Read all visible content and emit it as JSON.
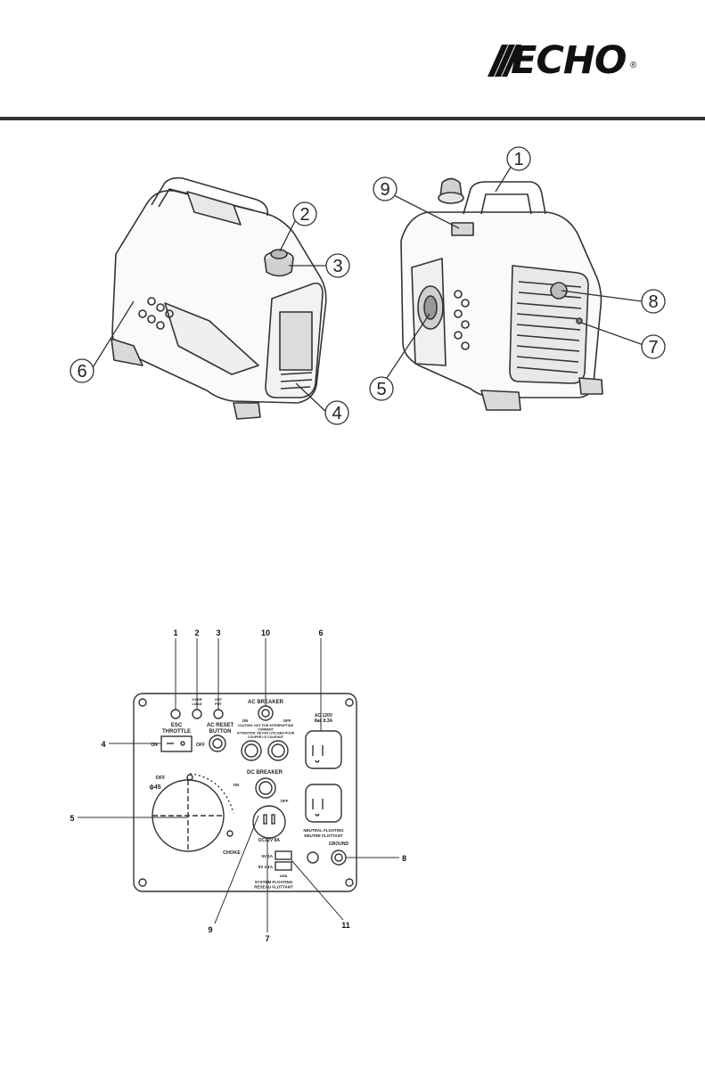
{
  "brand": {
    "name": "ECHO",
    "trademark": "®"
  },
  "views": {
    "left": {
      "callouts": [
        "2",
        "3",
        "6",
        "4"
      ]
    },
    "right": {
      "callouts": [
        "1",
        "9",
        "8",
        "7",
        "5"
      ]
    }
  },
  "panel": {
    "callouts": [
      "1",
      "2",
      "3",
      "10",
      "6",
      "4",
      "5",
      "9",
      "7",
      "11",
      "8"
    ],
    "labels": {
      "over_load": "OVER\nLOAD",
      "out_put": "OUT\nPUT",
      "ac_breaker": "AC BREAKER",
      "on": "ON",
      "off": "OFF",
      "caution": "CAUTION: NOT FOR INTERRUPTING\nCURRENT\nATTENTION: NE PAS UTILISER POUR\nCOUPER LE COURANT",
      "ac_outlet": "AC 120V\n8ac 8.3A",
      "esc_throttle": "ESC\nTHROTTLE",
      "ac_reset": "AC RESET\nBUTTON",
      "dc_breaker": "DC BREAKER",
      "neutral_floating": "NEUTRAL FLOATING\nNEUTRE FLOTTANT",
      "ground": "GROUND",
      "choke": "CHOKE",
      "phi": "ɸ45",
      "dc_output": "DC12V 8A",
      "usb_1": "5V 1A",
      "usb_2": "5V 2.1A",
      "usb_symbol": "USB",
      "system_floating": "SYSTEM FLOATING\nRÉSEAU FLOTTANT"
    }
  }
}
